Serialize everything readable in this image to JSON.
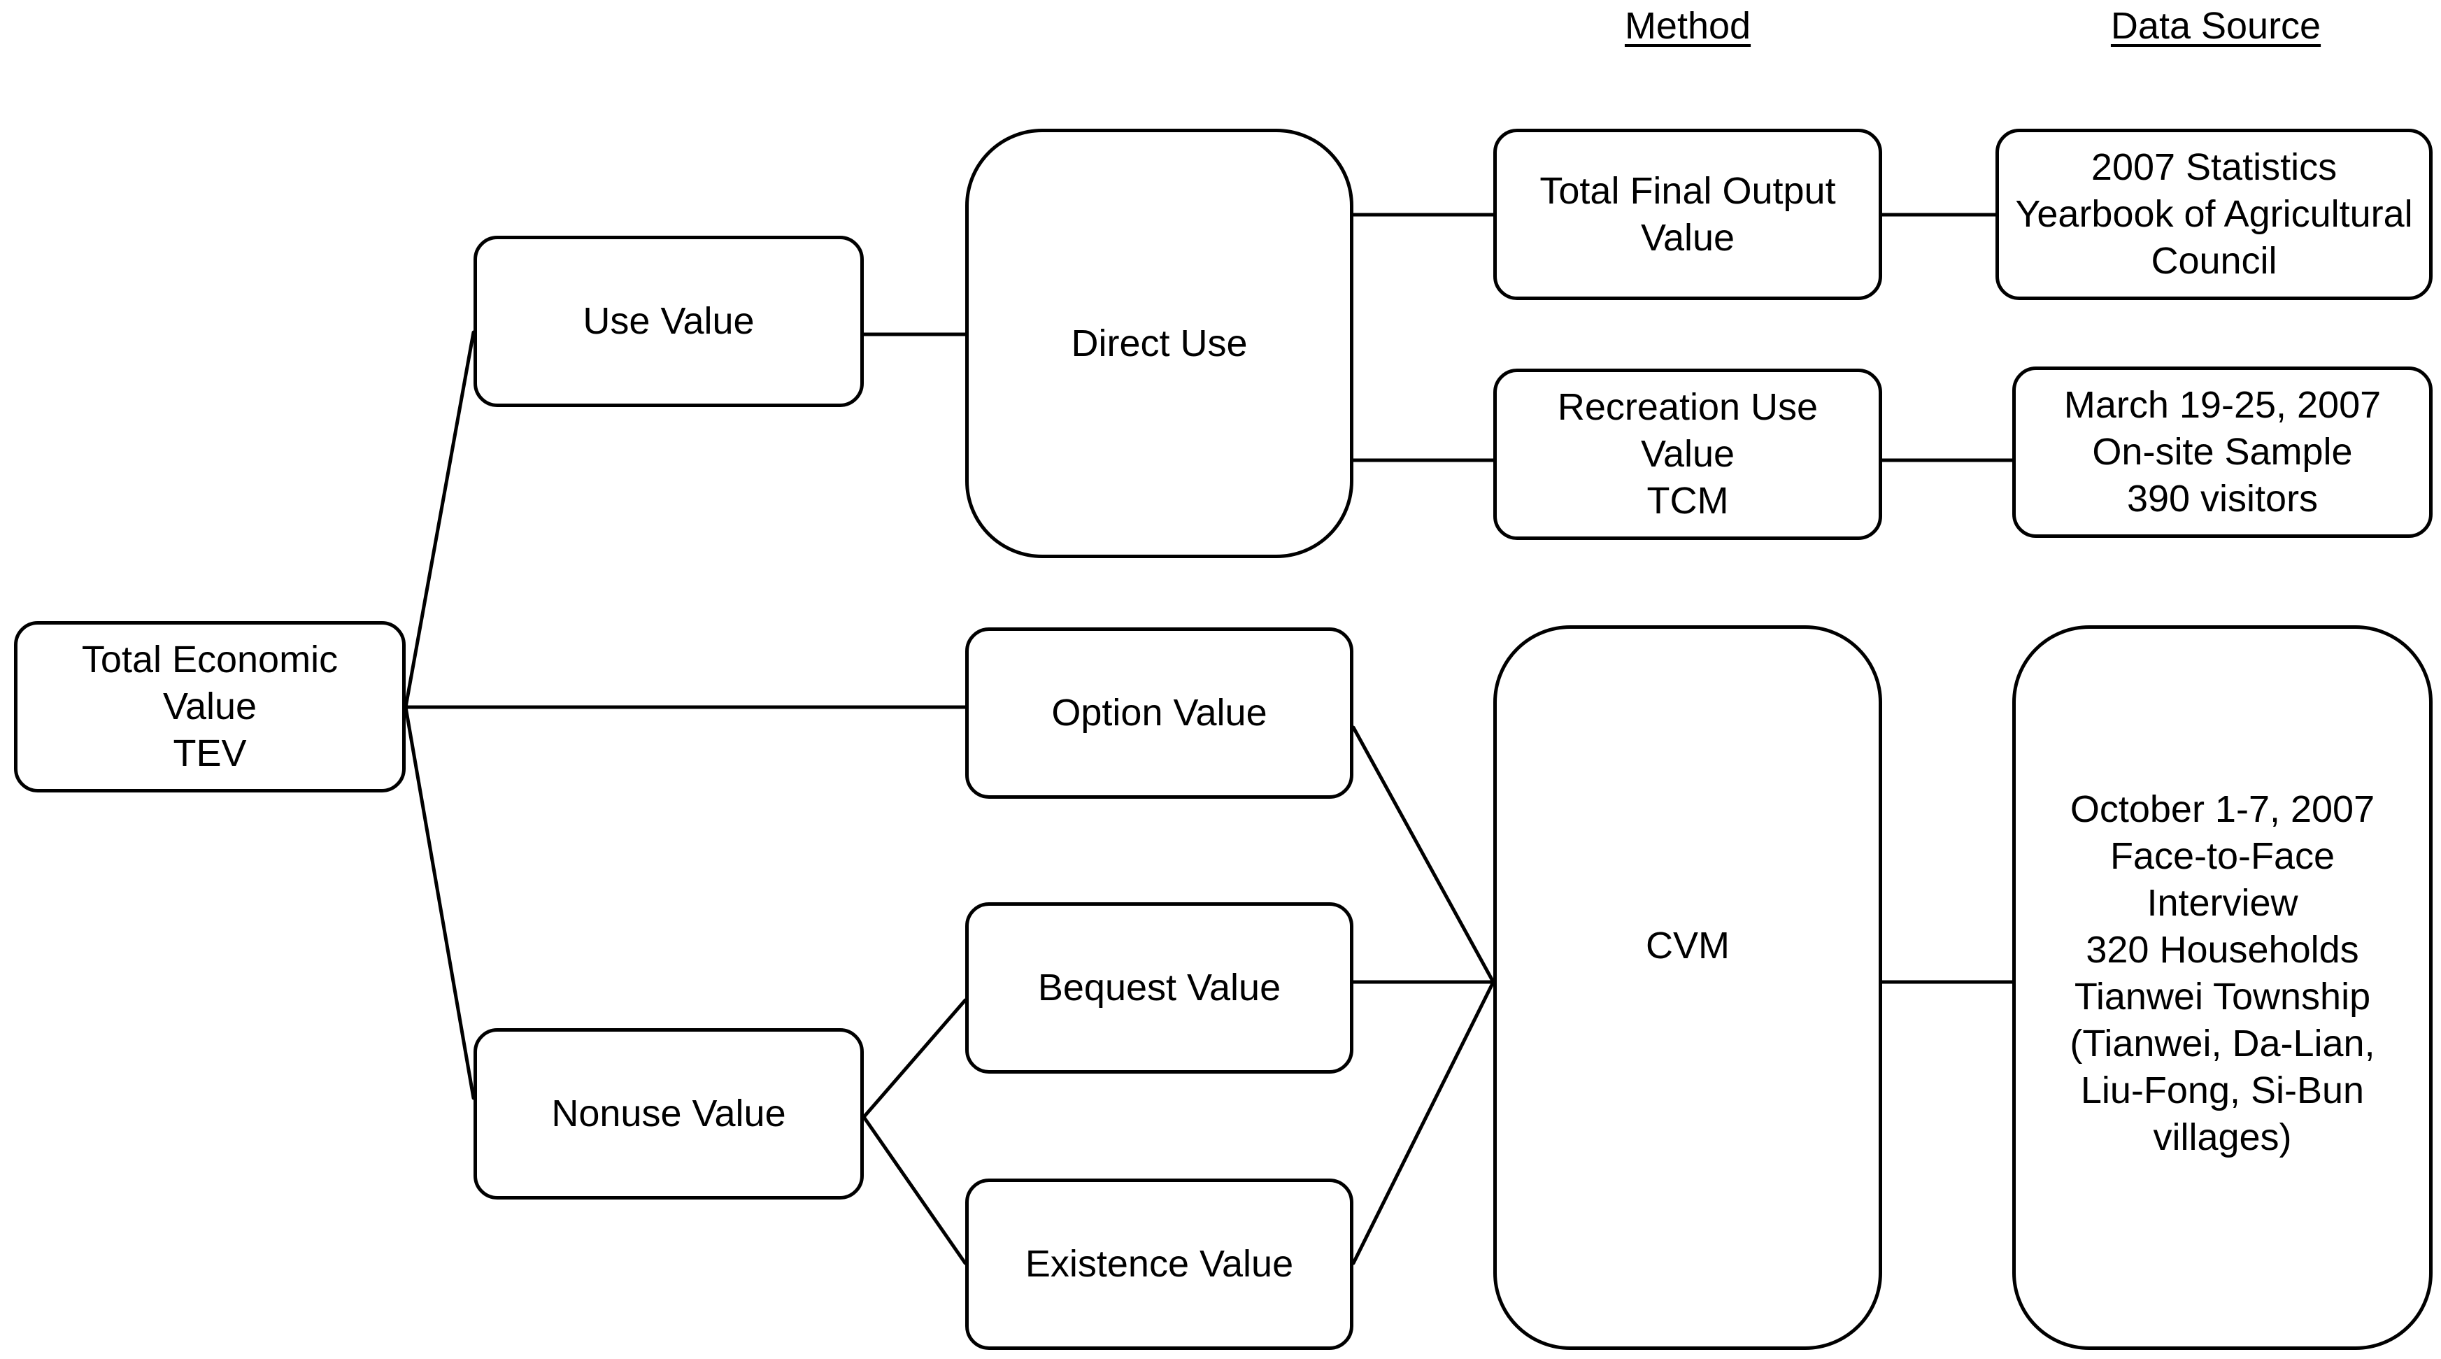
{
  "headers": {
    "method": "Method",
    "data_source": "Data Source"
  },
  "nodes": {
    "tev": [
      "Total Economic",
      "Value",
      "TEV"
    ],
    "use_value": [
      "Use Value"
    ],
    "nonuse_value": [
      "Nonuse Value"
    ],
    "direct_use": [
      "Direct Use"
    ],
    "option_value": [
      "Option Value"
    ],
    "bequest_value": [
      "Bequest Value"
    ],
    "existence_value": [
      "Existence Value"
    ],
    "total_final_output": [
      "Total Final Output",
      "Value"
    ],
    "recreation_use": [
      "Recreation Use",
      "Value",
      "TCM"
    ],
    "cvm": [
      "CVM"
    ],
    "yearbook": [
      "2007 Statistics",
      "Yearbook of Agricultural",
      "Council"
    ],
    "onsite_sample": [
      "March 19-25, 2007",
      "On-site Sample",
      "390 visitors"
    ],
    "interview": [
      "October 1-7, 2007",
      "Face-to-Face",
      "Interview",
      "320 Households",
      "Tianwei Township",
      "(Tianwei, Da-Lian,",
      "Liu-Fong, Si-Bun",
      "villages)"
    ]
  }
}
